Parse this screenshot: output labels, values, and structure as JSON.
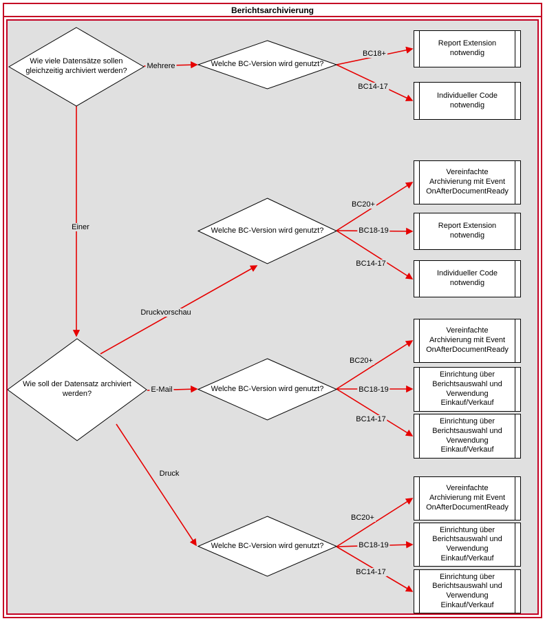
{
  "title": "Berichtsarchivierung",
  "colors": {
    "frame_red": "#c40023",
    "arrow_red": "#e60000",
    "canvas_bg": "#e0e0e0",
    "node_fill": "#ffffff",
    "node_stroke": "#000000"
  },
  "diagram": {
    "decisions": [
      {
        "id": "decision-record-count",
        "label": "Wie viele Datensätze sollen\ngleichzeitig archiviert werden?"
      },
      {
        "id": "decision-bc-version-mehrere",
        "label": "Welche BC-Version wird genutzt?"
      },
      {
        "id": "decision-bc-version-druckvorschau",
        "label": "Welche BC-Version wird genutzt?"
      },
      {
        "id": "decision-archivierungsart",
        "label": "Wie soll der Datensatz archiviert\nwerden?"
      },
      {
        "id": "decision-bc-version-email",
        "label": "Welche BC-Version wird genutzt?"
      },
      {
        "id": "decision-bc-version-druck",
        "label": "Welche BC-Version wird genutzt?"
      }
    ],
    "outcomes": [
      {
        "id": "outcome-report-extension-1",
        "label": "Report Extension\nnotwendig"
      },
      {
        "id": "outcome-individueller-code-1",
        "label": "Individueller Code\nnotwendig"
      },
      {
        "id": "outcome-vereinfachte-archivierung-1",
        "label": "Vereinfachte\nArchivierung mit Event\nOnAfterDocumentReady"
      },
      {
        "id": "outcome-report-extension-2",
        "label": "Report Extension\nnotwendig"
      },
      {
        "id": "outcome-individueller-code-2",
        "label": "Individueller Code\nnotwendig"
      },
      {
        "id": "outcome-vereinfachte-archivierung-2",
        "label": "Vereinfachte\nArchivierung mit Event\nOnAfterDocumentReady"
      },
      {
        "id": "outcome-einrichtung-berichtsauswahl-1",
        "label": "Einrichtung über\nBerichtsauswahl und\nVerwendung\nEinkauf/Verkauf"
      },
      {
        "id": "outcome-einrichtung-berichtsauswahl-2",
        "label": "Einrichtung über\nBerichtsauswahl und\nVerwendung\nEinkauf/Verkauf"
      },
      {
        "id": "outcome-vereinfachte-archivierung-3",
        "label": "Vereinfachte\nArchivierung mit Event\nOnAfterDocumentReady"
      },
      {
        "id": "outcome-einrichtung-berichtsauswahl-3",
        "label": "Einrichtung über\nBerichtsauswahl und\nVerwendung\nEinkauf/Verkauf"
      },
      {
        "id": "outcome-einrichtung-berichtsauswahl-4",
        "label": "Einrichtung über\nBerichtsauswahl und\nVerwendung\nEinkauf/Verkauf"
      }
    ],
    "edges": [
      {
        "from": "decision-record-count",
        "to": "decision-bc-version-mehrere",
        "label": "Mehrere"
      },
      {
        "from": "decision-bc-version-mehrere",
        "to": "outcome-report-extension-1",
        "label": "BC18+"
      },
      {
        "from": "decision-bc-version-mehrere",
        "to": "outcome-individueller-code-1",
        "label": "BC14-17"
      },
      {
        "from": "decision-record-count",
        "to": "decision-archivierungsart",
        "label": "Einer"
      },
      {
        "from": "decision-archivierungsart",
        "to": "decision-bc-version-druckvorschau",
        "label": "Druckvorschau"
      },
      {
        "from": "decision-bc-version-druckvorschau",
        "to": "outcome-vereinfachte-archivierung-1",
        "label": "BC20+"
      },
      {
        "from": "decision-bc-version-druckvorschau",
        "to": "outcome-report-extension-2",
        "label": "BC18-19"
      },
      {
        "from": "decision-bc-version-druckvorschau",
        "to": "outcome-individueller-code-2",
        "label": "BC14-17"
      },
      {
        "from": "decision-archivierungsart",
        "to": "decision-bc-version-email",
        "label": "E-Mail"
      },
      {
        "from": "decision-bc-version-email",
        "to": "outcome-vereinfachte-archivierung-2",
        "label": "BC20+"
      },
      {
        "from": "decision-bc-version-email",
        "to": "outcome-einrichtung-berichtsauswahl-1",
        "label": "BC18-19"
      },
      {
        "from": "decision-bc-version-email",
        "to": "outcome-einrichtung-berichtsauswahl-2",
        "label": "BC14-17"
      },
      {
        "from": "decision-archivierungsart",
        "to": "decision-bc-version-druck",
        "label": "Druck"
      },
      {
        "from": "decision-bc-version-druck",
        "to": "outcome-vereinfachte-archivierung-3",
        "label": "BC20+"
      },
      {
        "from": "decision-bc-version-druck",
        "to": "outcome-einrichtung-berichtsauswahl-3",
        "label": "BC18-19"
      },
      {
        "from": "decision-bc-version-druck",
        "to": "outcome-einrichtung-berichtsauswahl-4",
        "label": "BC14-17"
      }
    ]
  }
}
